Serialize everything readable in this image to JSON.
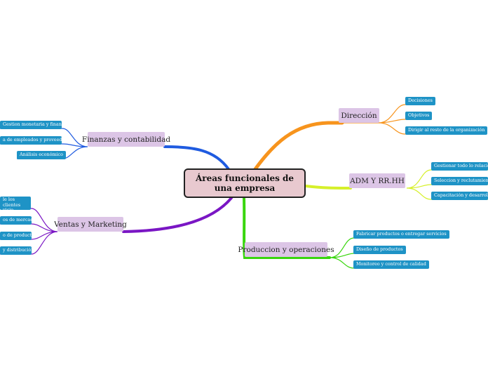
{
  "central": "Áreas funcionales de una empresa",
  "branches": {
    "direccion": {
      "label": "Dirección",
      "items": [
        "Decisiones",
        "Objetivos",
        "Dirigir al resto de la organización"
      ]
    },
    "adm": {
      "label": "ADM Y RR.HH",
      "items": [
        "Gestionar todo lo relacionado",
        "Seleccion y reclutamiento",
        "Capacitación y desarrollo"
      ]
    },
    "produccion": {
      "label": "Produccion y operaciones",
      "items": [
        "Fabricar productos o entregar servicios",
        "Diseño de productos",
        "Monitoreo y control de calidad"
      ]
    },
    "finanzas": {
      "label": "Finanzas y contabilidad",
      "items": [
        "Gestion monetaria y financiera",
        "a de empleados y proveedores",
        "Análisis económico"
      ]
    },
    "ventas": {
      "label": "Ventas y Marketing",
      "items": [
        "le los clientes vicio",
        "os de mercado",
        "o de productos",
        "y distribución"
      ]
    }
  },
  "colors": {
    "direccion": "#f7941d",
    "adm": "#d6f02a",
    "produccion": "#39d60e",
    "finanzas": "#1f5be0",
    "ventas": "#7a16c4"
  }
}
